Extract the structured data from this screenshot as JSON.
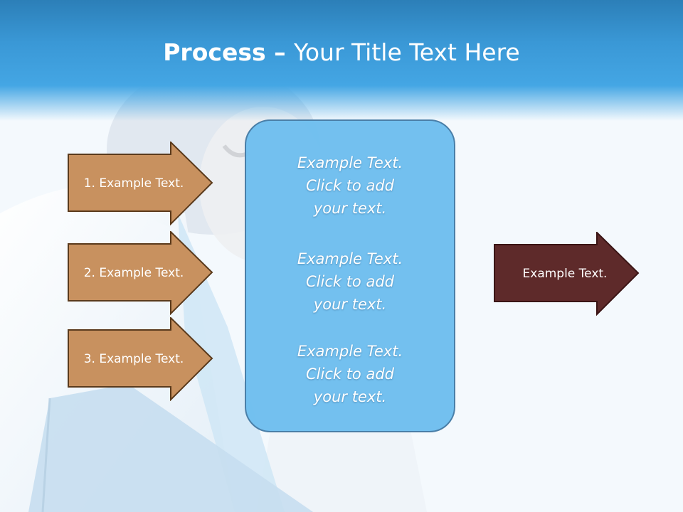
{
  "title": {
    "bold": "Process",
    "separator": " – ",
    "rest": "Your Title Text Here"
  },
  "steps": [
    {
      "label": "1. Example Text."
    },
    {
      "label": "2. Example Text."
    },
    {
      "label": "3. Example Text."
    }
  ],
  "center": {
    "blocks": [
      {
        "line1": "Example Text.",
        "line2": "Click  to add",
        "line3": "your text."
      },
      {
        "line1": "Example Text.",
        "line2": "Click  to add",
        "line3": "your text."
      },
      {
        "line1": "Example Text.",
        "line2": "Click  to add",
        "line3": "your text."
      }
    ]
  },
  "result": {
    "label": "Example Text."
  },
  "colors": {
    "step_fill": "#c8915f",
    "step_stroke": "#5a3a1c",
    "result_fill": "#5e2a2a",
    "result_stroke": "#3a1515",
    "center_fill": "#6ebeee",
    "header_blue": "#3a98d6"
  }
}
